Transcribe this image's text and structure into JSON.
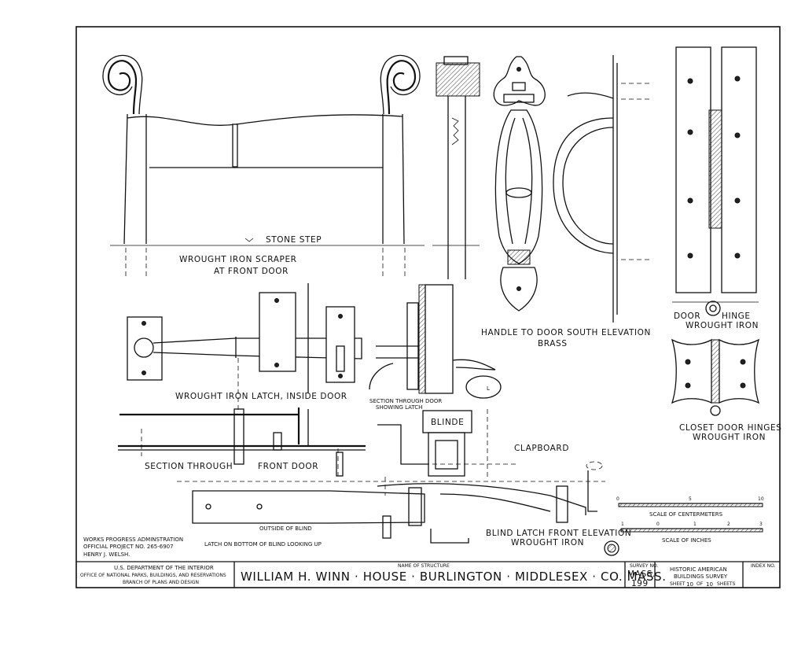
{
  "drawings": {
    "scraper": {
      "label_step": "STONE STEP",
      "title1": "WROUGHT IRON SCRAPER",
      "title2": "AT FRONT DOOR"
    },
    "handle": {
      "title1": "HANDLE TO DOOR SOUTH ELEVATION",
      "title2": "BRASS"
    },
    "door_hinge": {
      "title_a": "DOOR",
      "title_b": "HINGE",
      "title2": "WROUGHT IRON"
    },
    "closet_hinges": {
      "title1": "CLOSET DOOR HINGES",
      "title2": "WROUGHT IRON"
    },
    "latch": {
      "title": "WROUGHT IRON LATCH, INSIDE DOOR"
    },
    "latch_section": {
      "title1": "SECTION THROUGH DOOR",
      "title2": "SHOWING LATCH",
      "blinde": "BLINDE",
      "knob_letter": "L"
    },
    "section_door": {
      "title_a": "SECTION  THROUGH",
      "title_b": "FRONT DOOR"
    },
    "clapboard": "CLAPBOARD",
    "blind_latch": {
      "outside": "OUTSIDE OF BLIND",
      "bottom": "LATCH ON BOTTOM OF BLIND   LOOKING UP",
      "front1": "BLIND LATCH FRONT ELEVATION",
      "front2": "WROUGHT IRON"
    },
    "scale_cm": {
      "ticks": [
        "0",
        "5",
        "10"
      ],
      "label": "SCALE  OF  CENTERMETERS"
    },
    "scale_in": {
      "ticks": [
        "1",
        "0",
        "1",
        "2",
        "3"
      ],
      "label": "SCALE  OF  INCHES"
    }
  },
  "credits": {
    "line1": "WORKS PROGRESS ADMINSTRATION",
    "line2": "OFFICIAL PROJECT NO. 265-6907",
    "line3": "HENRY  J. WELSH."
  },
  "title_block": {
    "agency1": "U.S. DEPARTMENT OF THE INTERIOR",
    "agency2": "OFFICE OF NATIONAL PARKS, BUILDINGS, AND RESERVATIONS",
    "agency3": "BRANCH OF PLANS AND DESIGN",
    "name_caption": "NAME OF STRUCTURE",
    "structure": "WILLIAM  H. WINN · HOUSE · BURLINGTON · MIDDLESEX · CO. MASS.",
    "survey_caption": "SURVEY NO.",
    "survey_state": "MASS.",
    "survey_no": "199",
    "habs1": "HISTORIC AMERICAN",
    "habs2": "BUILDINGS  SURVEY",
    "sheet_a": "SHEET",
    "sheet_no": "10",
    "sheet_of": "OF",
    "sheet_total": "10",
    "sheet_b": "SHEETS",
    "index_caption": "INDEX NO."
  }
}
